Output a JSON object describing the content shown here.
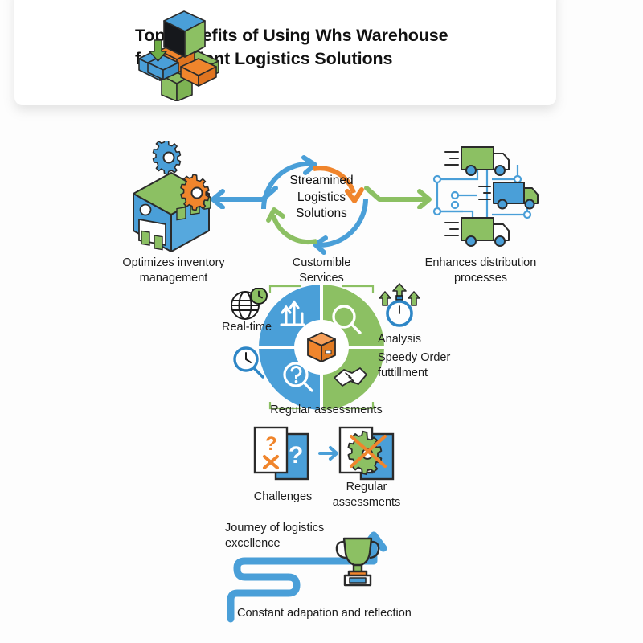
{
  "header": {
    "title_line1": "Top Benefits of Using Whs Warehouse",
    "title_line2": "for Efficient Logistics Solutions",
    "logo_name": "3d-cube-blocks-logo"
  },
  "palette": {
    "blue": "#4a9fd8",
    "blue_dark": "#2e86c6",
    "green": "#8cc063",
    "green_dark": "#6fae45",
    "orange": "#f0852c",
    "orange_light": "#f6a05a",
    "outline": "#2b2b2b",
    "text": "#1c1c1c",
    "background": "#fdfdfd"
  },
  "cycle": {
    "center_text": "Streamined\nLogistics\nSolutions",
    "bottom_label": "Customible\nServices",
    "arrows": [
      "blue-arc-arrow",
      "orange-arc-arrow",
      "green-arc-arrow",
      "blue-arc-arrow-lower"
    ]
  },
  "benefits": {
    "left": {
      "label": "Optimizes inventory\nmanagement",
      "icon": "warehouse-gears-icon",
      "arrow": "left-arrow-blue"
    },
    "right": {
      "label": "Enhances distribution\nprocesses",
      "icon": "delivery-trucks-network-icon",
      "arrow": "right-arrow-green"
    }
  },
  "donut": {
    "center_icon": "orange-package-box-icon",
    "segments": [
      {
        "name": "growth-chart",
        "color": "#4a9fd8",
        "position": "top-left"
      },
      {
        "name": "magnifier",
        "color": "#8cc063",
        "position": "top-right"
      },
      {
        "name": "handshake",
        "color": "#8cc063",
        "position": "bottom-right"
      },
      {
        "name": "question-magnifier",
        "color": "#4a9fd8",
        "position": "bottom-left"
      }
    ],
    "labels": {
      "real_time": "Real-time",
      "analysis": "Analysis",
      "speedy": "Speedy Order\nfuttillment",
      "regular_assessments": "Regular assessments"
    },
    "side_icons": [
      "globe-clock-icon",
      "magnifier-clock-icon",
      "stopwatch-arrows-icon"
    ]
  },
  "flow": {
    "challenges_label": "Challenges",
    "challenges_icon": "question-cards-icon",
    "arrow": "right-arrow-blue-small",
    "assessments_label": "Regular\nassessments",
    "assessments_icon": "gear-crossed-cards-icon"
  },
  "journey": {
    "title": "Journey of logistics\nexcellence",
    "footer": "Constant adapation and reflection",
    "path_icon": "winding-path-arrow",
    "trophy_icon": "trophy-icon"
  },
  "chart_data": {
    "type": "pie",
    "title": "Regular assessments",
    "categories": [
      "Real-time",
      "Analysis",
      "Speedy Order futtillment",
      "Regular assessments"
    ],
    "values": [
      25,
      25,
      25,
      25
    ],
    "colors": [
      "#4a9fd8",
      "#8cc063",
      "#8cc063",
      "#4a9fd8"
    ],
    "legend": "around",
    "grid": false,
    "xlabel": "",
    "ylabel": ""
  }
}
